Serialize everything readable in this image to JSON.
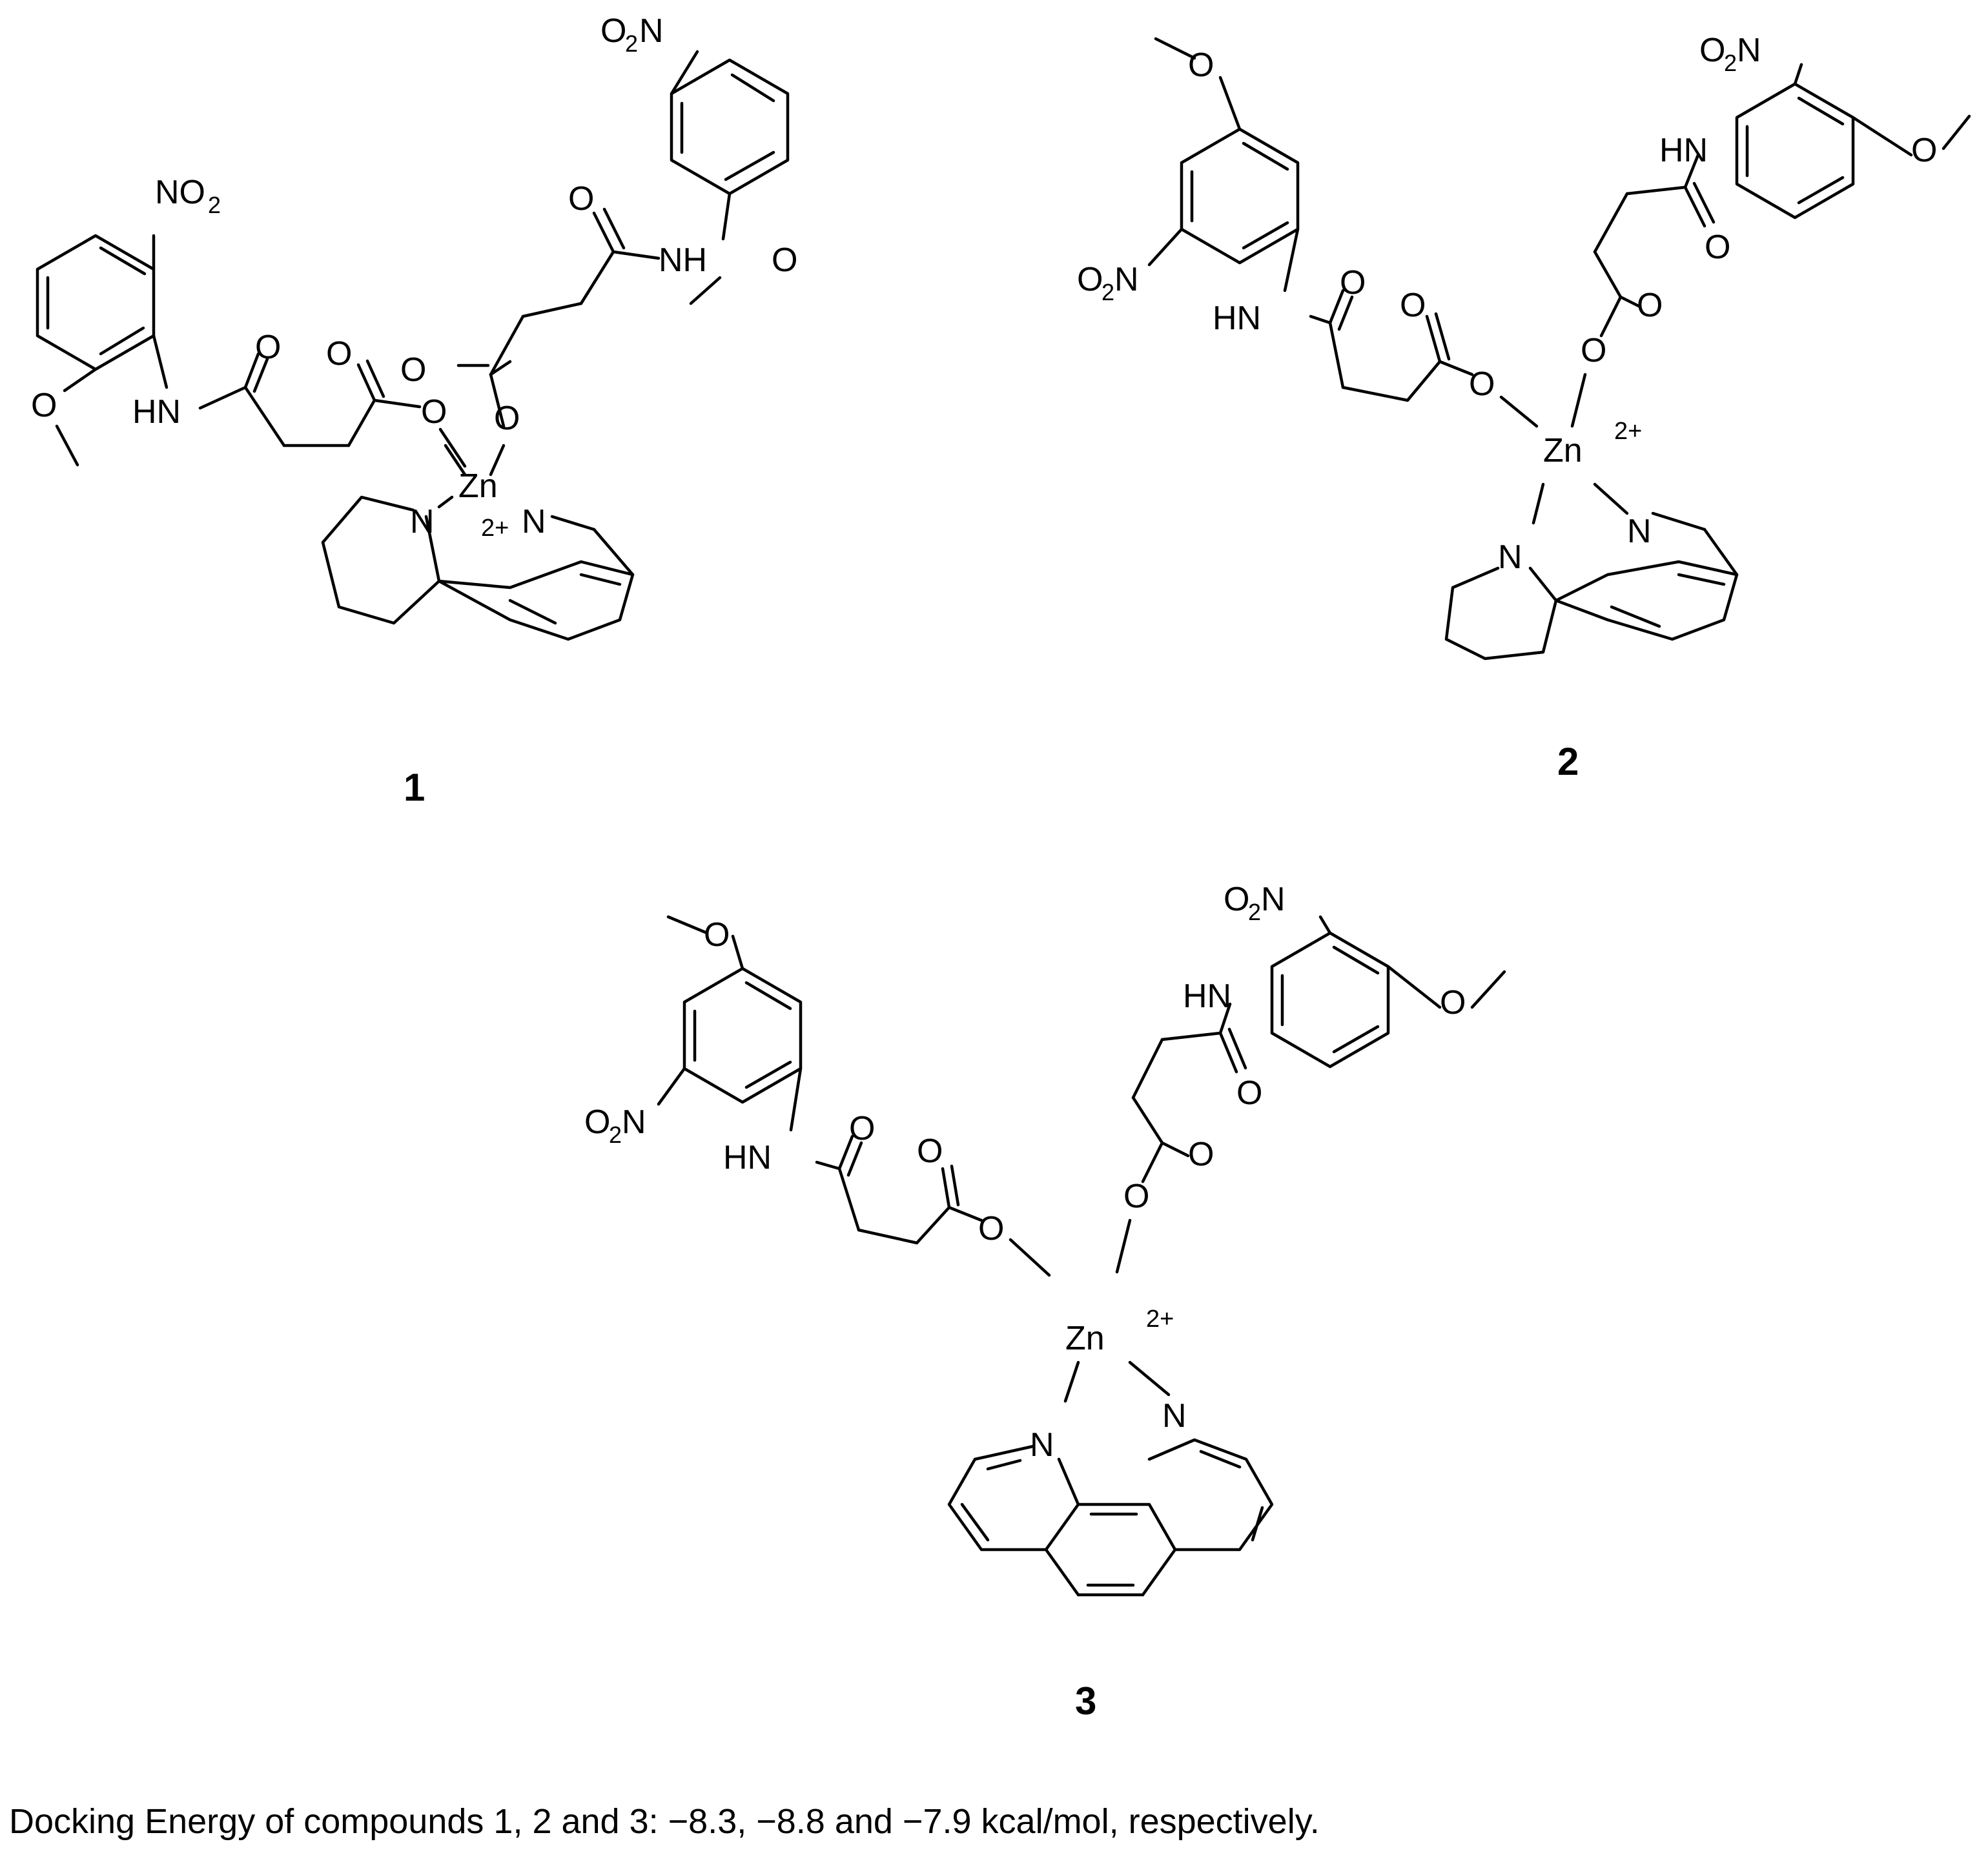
{
  "compound_labels": [
    "1",
    "2",
    "3"
  ],
  "caption": "Docking Energy of compounds 1, 2 and 3: −8.3, −8.8 and −7.9 kcal/mol, respectively.",
  "atoms": {
    "O": "O",
    "N": "N",
    "NH": "NH",
    "HN": "HN",
    "Zn": "Zn",
    "NO": "NO",
    "two": "2",
    "charge": "2+"
  }
}
